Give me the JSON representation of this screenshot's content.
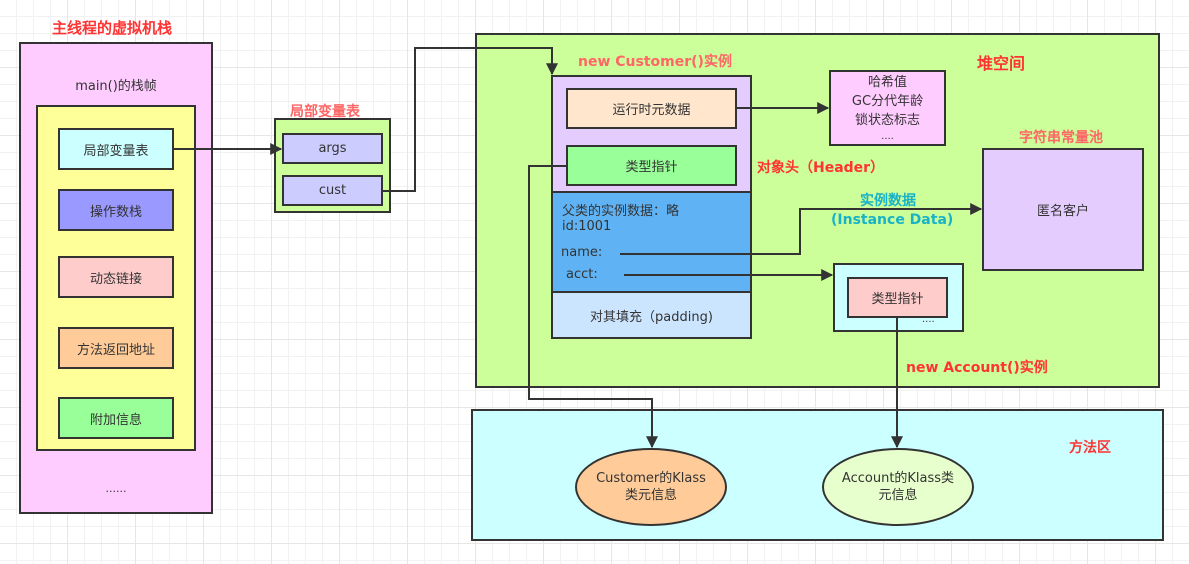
{
  "stack": {
    "title": "主线程的虚拟机栈",
    "frame_label": "main()的栈帧",
    "frame_items": [
      {
        "label": "局部变量表",
        "color": "#ccffff"
      },
      {
        "label": "操作数栈",
        "color": "#9999ff"
      },
      {
        "label": "动态链接",
        "color": "#ffcccc"
      },
      {
        "label": "方法返回地址",
        "color": "#ffcc99"
      },
      {
        "label": "附加信息",
        "color": "#99ff99"
      }
    ],
    "ellipsis": "......",
    "colors": {
      "outer": "#ffccff",
      "frame": "#ffff99"
    }
  },
  "local_vars": {
    "title": "局部变量表",
    "items": [
      "args",
      "cust"
    ],
    "colors": {
      "container": "#ccff99",
      "item": "#ccccff"
    }
  },
  "heap": {
    "title": "堆空间",
    "color": "#ccff99",
    "customer": {
      "title": "new Customer()实例",
      "header_label": "对象头（Header）",
      "runtime_meta": "运行时元数据",
      "type_pointer": "类型指针",
      "mark_word": [
        "哈希值",
        "GC分代年龄",
        "锁状态标志",
        "...."
      ],
      "instance_data_label_1": "实例数据",
      "instance_data_label_2": "(Instance Data)",
      "instance_data": {
        "parent": "父类的实例数据：略",
        "id": "id:1001",
        "name": "name:",
        "acct": "acct:"
      },
      "padding": "对其填充（padding)"
    },
    "string_pool": {
      "title": "字符串常量池",
      "value": "匿名客户"
    },
    "account": {
      "title": "new Account()实例",
      "type_pointer": "类型指针",
      "ellipsis": "...."
    }
  },
  "method_area": {
    "title": "方法区",
    "customer_klass": [
      "Customer的Klass",
      "类元信息"
    ],
    "account_klass": [
      "Account的Klass类",
      "元信息"
    ]
  }
}
